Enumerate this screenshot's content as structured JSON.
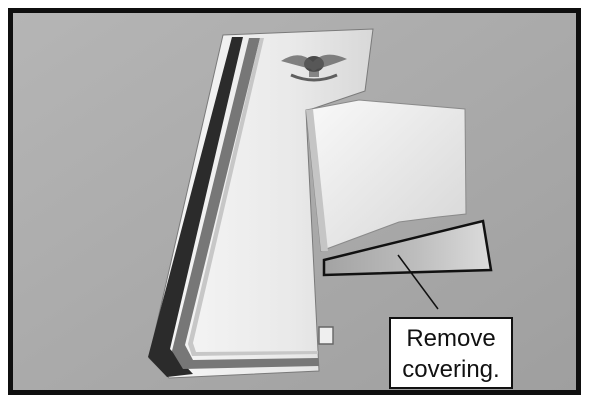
{
  "callout": {
    "line1": "Remove",
    "line2": "covering."
  },
  "colors": {
    "frame": "#0f0f0f",
    "background": "#a9a9a9",
    "surface": "#f2f2f2",
    "stripe_dark": "#2b2b2b",
    "stripe_mid": "#777777",
    "highlight_outline": "#111111"
  },
  "icons": {
    "logo": "winged-emblem-logo"
  }
}
